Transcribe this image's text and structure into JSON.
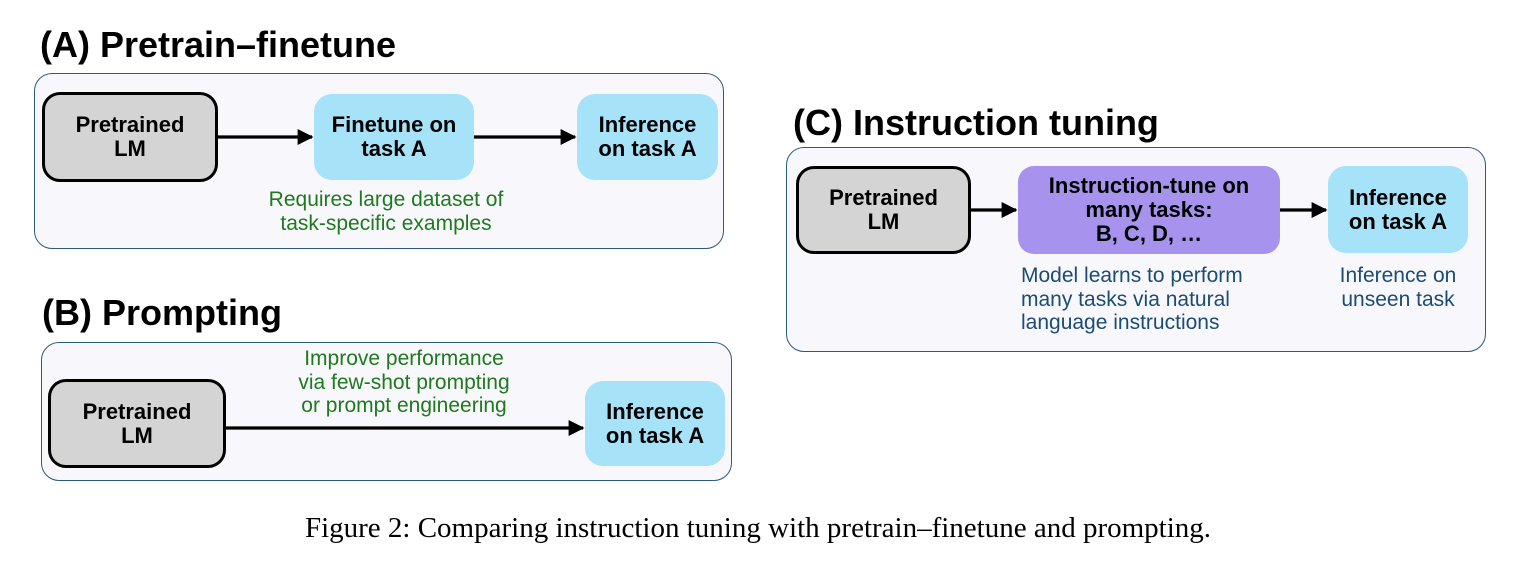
{
  "panel_a": {
    "heading": "(A) Pretrain–finetune",
    "box_pretrained": "Pretrained\nLM",
    "box_finetune": "Finetune on\ntask A",
    "box_inference": "Inference\non task A",
    "note": "Requires large dataset of\ntask-specific examples"
  },
  "panel_b": {
    "heading": "(B) Prompting",
    "box_pretrained": "Pretrained\nLM",
    "box_inference": "Inference\non task A",
    "note": "Improve performance\nvia few-shot prompting\nor prompt engineering"
  },
  "panel_c": {
    "heading": "(C) Instruction tuning",
    "box_pretrained": "Pretrained\nLM",
    "box_instruction": "Instruction-tune on\nmany tasks:\nB, C, D, …",
    "box_inference": "Inference\non task A",
    "note_learns": "Model learns to perform\nmany tasks via natural\nlanguage instructions",
    "note_unseen": "Inference on\nunseen task"
  },
  "caption": "Figure 2: Comparing instruction tuning with pretrain–finetune and prompting.",
  "colors": {
    "panel_border": "#2b5a80",
    "panel_fill": "#f8f7fc",
    "gray_box": "#d4d4d4",
    "blue_box": "#a6e2f8",
    "purple_box": "#a792ee",
    "green_text": "#1e7a1e",
    "navy_text": "#1a4c74"
  }
}
